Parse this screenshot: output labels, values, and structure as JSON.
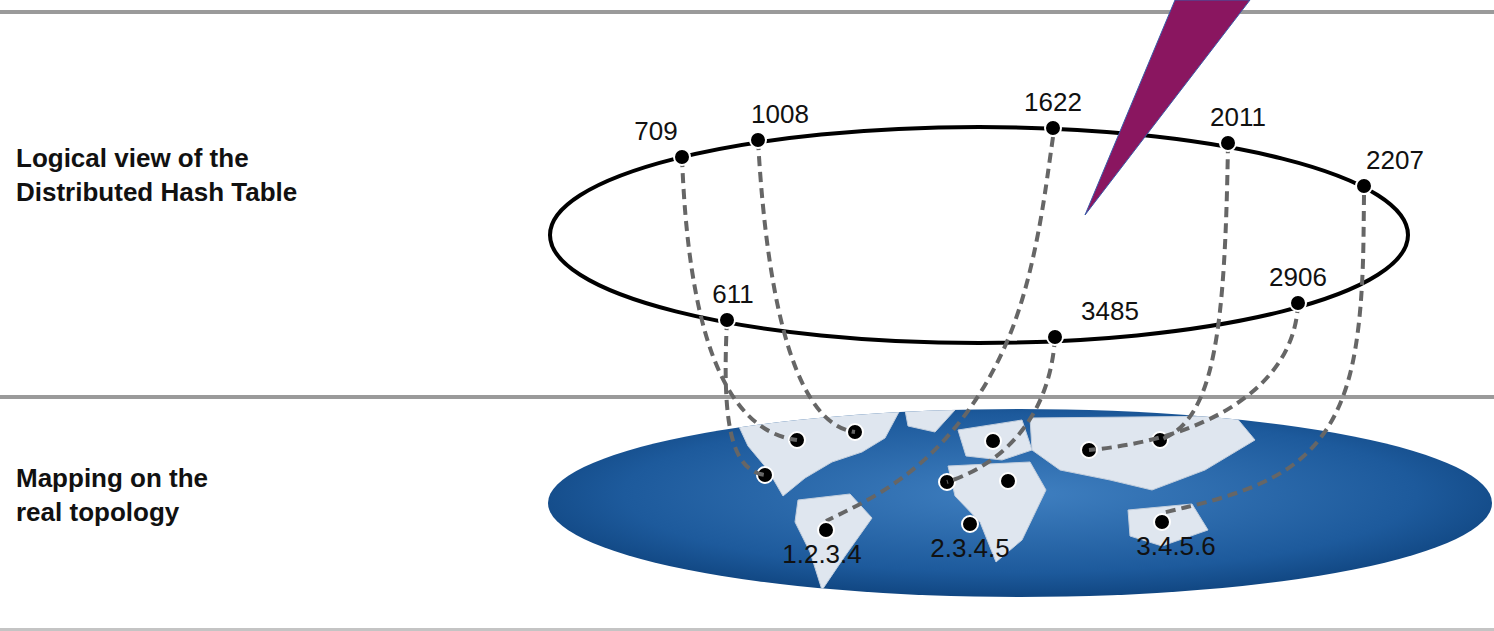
{
  "diagram": {
    "nodes": [
      {
        "text": [
          "709"
        ]
      },
      {
        "text": [
          "1008"
        ]
      },
      {
        "text": [
          "1622"
        ]
      },
      {
        "text": [
          "2011"
        ]
      },
      {
        "text": [
          "2207"
        ]
      },
      {
        "text": [
          "611"
        ]
      },
      {
        "text": [
          "3485"
        ]
      },
      {
        "text": [
          "2906"
        ]
      },
      {
        "text": [
          "1.2.3.4"
        ]
      },
      {
        "text": [
          "2.3.4.5"
        ]
      },
      {
        "text": [
          "3.4.5.6"
        ]
      }
    ],
    "edges": [
      {
        "from": 2,
        "to": 8,
        "arrow": "none"
      },
      {
        "from": 4,
        "to": 10,
        "arrow": "none"
      }
    ],
    "labels": [
      "Logical view of the Distributed Hash Table",
      "Mapping on the real topology"
    ]
  }
}
